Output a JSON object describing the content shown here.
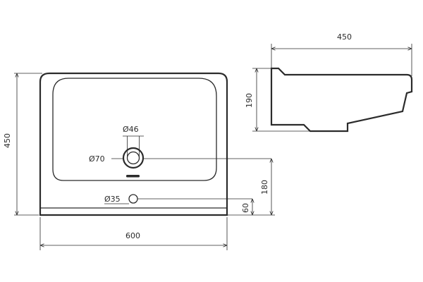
{
  "dimensions": {
    "top_width": "450",
    "side_height": "190",
    "left_height": "450",
    "bottom_width": "600",
    "right_height_180": "180",
    "right_height_60": "60",
    "drain_outer": "Ø70",
    "drain_inner": "Ø46",
    "tap_hole": "Ø35"
  }
}
